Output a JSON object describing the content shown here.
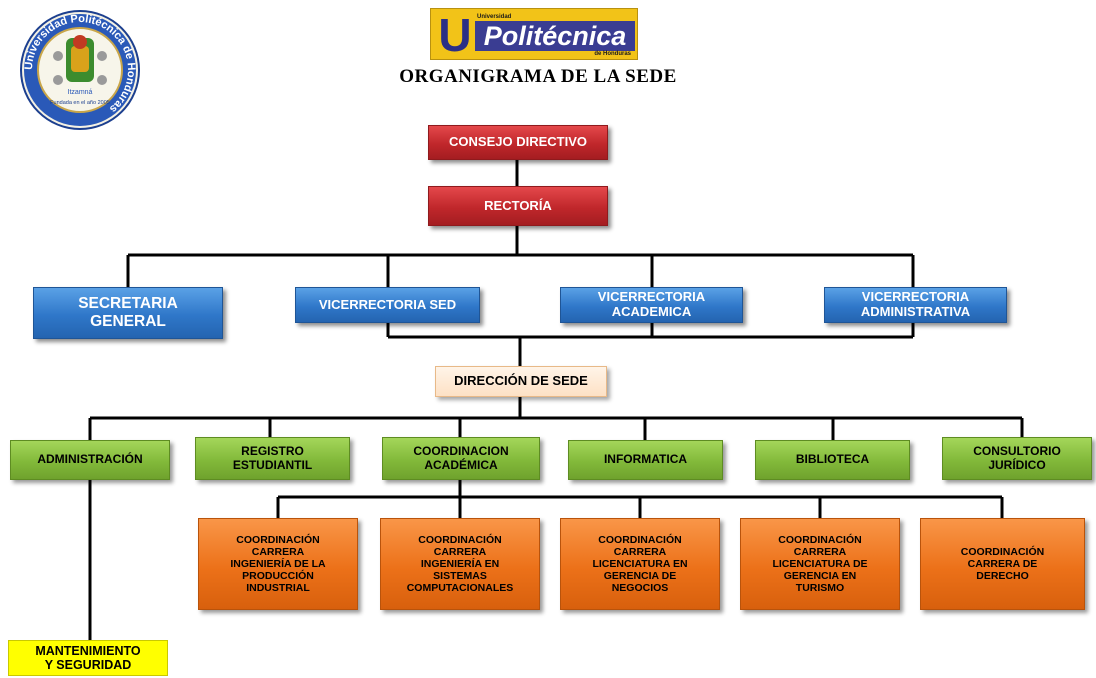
{
  "seal": {
    "ring_text": "Universidad Politécnica de Honduras",
    "center_text": "Itzamná",
    "bottom_text": "Fundada en el año 2005"
  },
  "logo": {
    "letter": "U",
    "top_text": "Universidad",
    "name": "Politécnica",
    "bottom_text": "de Honduras"
  },
  "title": "ORGANIGRAMA DE LA SEDE",
  "nodes": {
    "consejo": "CONSEJO DIRECTIVO",
    "rectoria": "RECTORÍA",
    "secretaria": "SECRETARIA\nGENERAL",
    "vice_sed": "VICERRECTORIA SED",
    "vice_academica": "VICERRECTORIA\nACADEMICA",
    "vice_administrativa": "VICERRECTORIA\nADMINISTRATIVA",
    "direccion": "DIRECCIÓN  DE SEDE",
    "administracion": "ADMINISTRACIÓN",
    "registro": "REGISTRO\nESTUDIANTIL",
    "coord_academica": "COORDINACION\nACADÉMICA",
    "informatica": "INFORMATICA",
    "biblioteca": "BIBLIOTECA",
    "consultorio": "CONSULTORIO\nJURÍDICO",
    "coord_ind": "COORDINACIÓN\nCARRERA\nINGENIERÍA  DE LA\nPRODUCCIÓN\nINDUSTRIAL",
    "coord_sis": "COORDINACIÓN\nCARRERA\nINGENIERÍA  EN\nSISTEMAS\nCOMPUTACIONALES",
    "coord_neg": "COORDINACIÓN\nCARRERA\nLICENCIATURA EN\nGERENCIA DE\nNEGOCIOS",
    "coord_tur": "COORDINACIÓN\nCARRERA\nLICENCIATURA DE\nGERENCIA EN\nTURISMO",
    "coord_der": "COORDINACIÓN\nCARRERA DE\nDERECHO",
    "mantenimiento": "MANTENIMIENTO\nY SEGURIDAD"
  },
  "colors": {
    "red": "#c0272b",
    "blue": "#2f77c9",
    "peach": "#fde1c5",
    "green": "#82b93a",
    "orange": "#ec7119",
    "yellow": "#ffff00",
    "logo_gold": "#f2c318",
    "logo_navy": "#3a3d92"
  }
}
